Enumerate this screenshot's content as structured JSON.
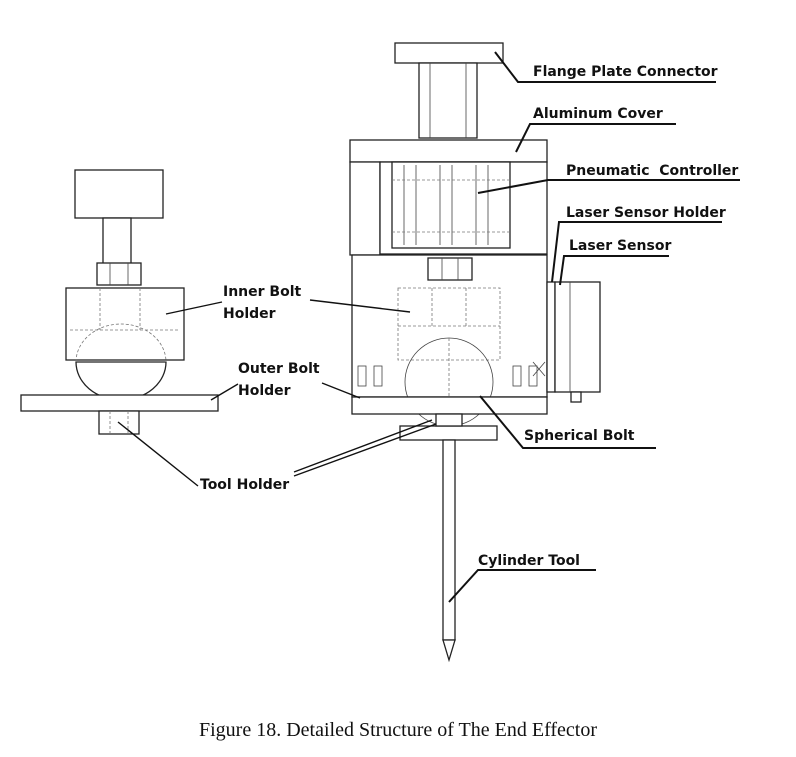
{
  "labels": {
    "flange_plate_connector": "Flange Plate Connector",
    "aluminum_cover": "Aluminum Cover",
    "pneumatic_controller": "Pneumatic  Controller",
    "laser_sensor_holder": "Laser Sensor Holder",
    "laser_sensor": "Laser Sensor",
    "inner_bolt_holder_line1": "Inner Bolt",
    "inner_bolt_holder_line2": "Holder",
    "outer_bolt_holder_line1": "Outer Bolt",
    "outer_bolt_holder_line2": "Holder",
    "spherical_bolt": "Spherical Bolt",
    "tool_holder": "Tool Holder",
    "cylinder_tool": "Cylinder Tool"
  },
  "caption": "Figure 18. Detailed Structure of The End Effector"
}
